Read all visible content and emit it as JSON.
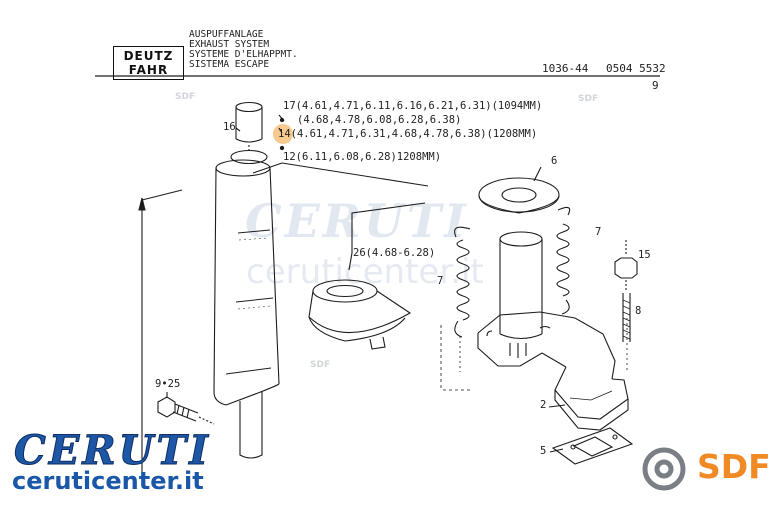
{
  "header": {
    "brand_line1": "DEUTZ",
    "brand_line2": "FAHR",
    "title_lines": [
      "AUSPUFFANLAGE",
      "EXHAUST SYSTEM",
      "SYSTEME D'ELHAPPMT.",
      "SISTEMA ESCAPE"
    ],
    "ref_code": "1036-44",
    "ref_number": "0504 5532",
    "page_number": "9"
  },
  "callouts": {
    "c17": "17(4.61,4.71,6.11,6.16,6.21,6.31)(1094MM)",
    "c17b": "(4.68,4.78,6.08,6.28,6.38)",
    "c14": "14(4.61,4.71,6.31,4.68,4.78,6.38)(1208MM)",
    "c12": "12(6.11,6.08,6.28)1208MM)",
    "c16": "16",
    "c26": "26(4.68-6.28)",
    "c6": "6",
    "c7a": "7",
    "c7b": "7",
    "c15": "15",
    "c8": "8",
    "c925": "9•25",
    "c2": "2",
    "c5": "5"
  },
  "watermark": {
    "big": "CERUTI",
    "small": "ceruticenter.it",
    "sdf": "SDF"
  },
  "footer": {
    "ceruti_logo": "CERUTI",
    "ceruti_url": "ceruticenter.it",
    "sdf_text": "SDF",
    "colors": {
      "ceruti_blue": "#1d57a6",
      "sdf_orange": "#f08a24",
      "sdf_grey": "#7a7f86"
    }
  }
}
